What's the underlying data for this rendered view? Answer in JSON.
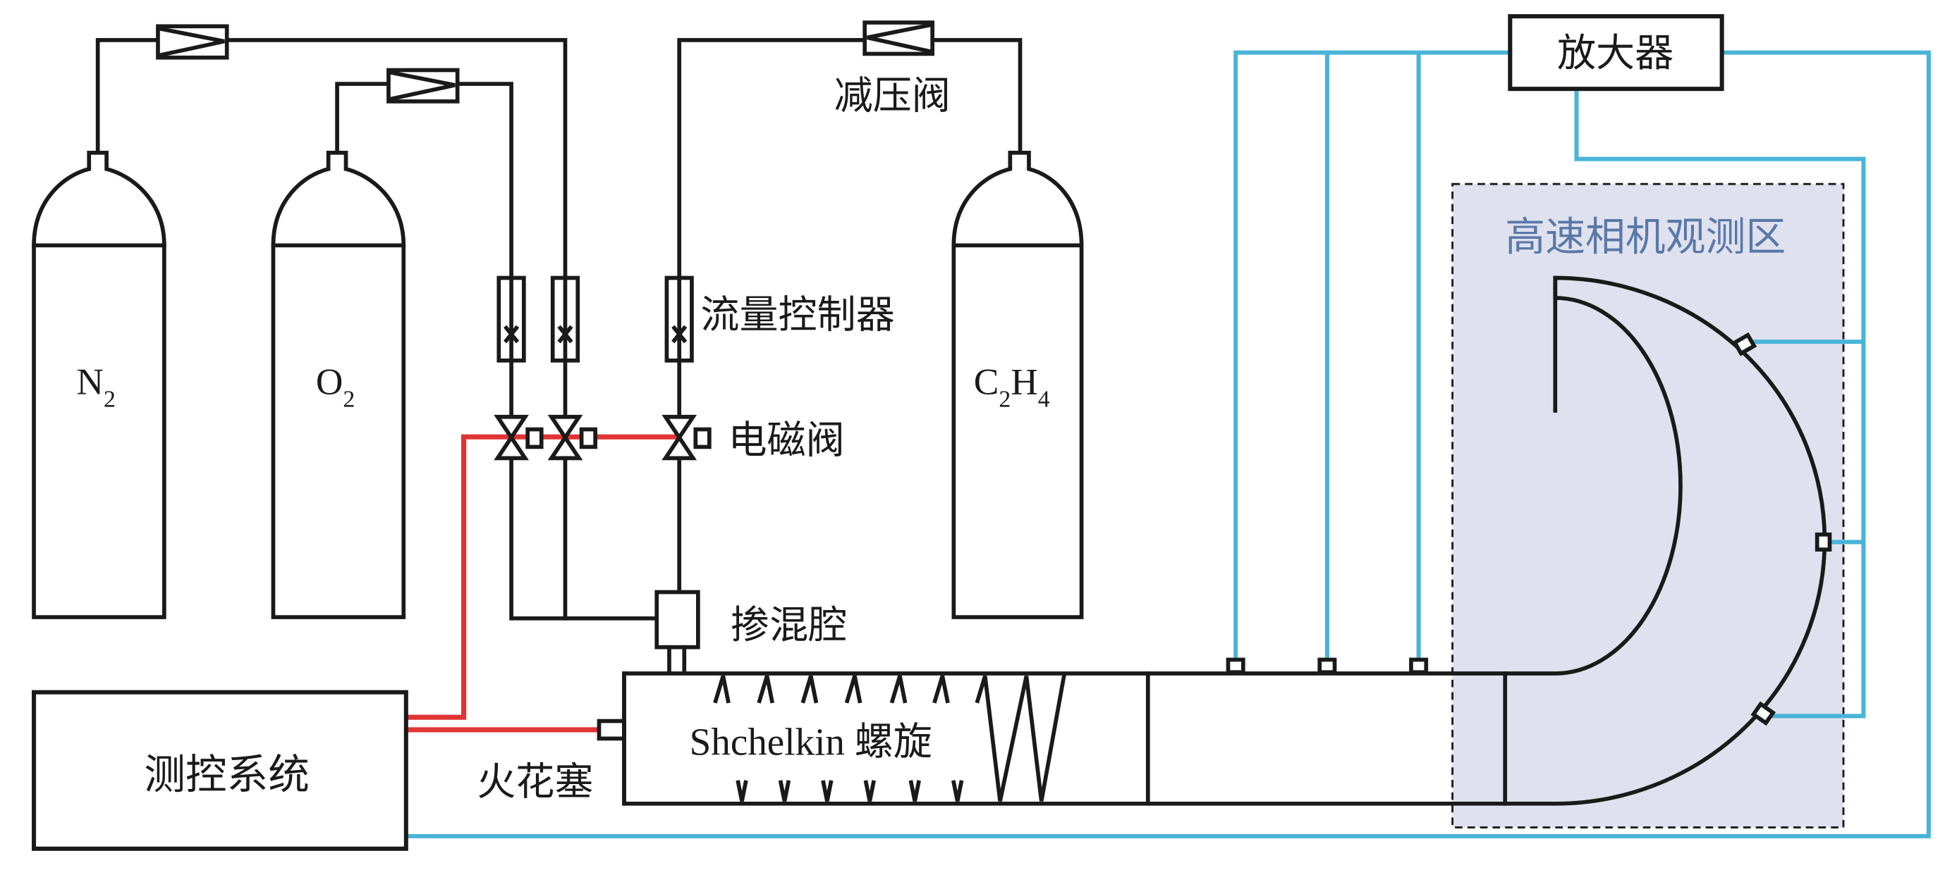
{
  "title": "Detonation experimental setup schematic",
  "colors": {
    "pipe": "#1a1a1a",
    "control_signal": "#e03434",
    "sensor_signal": "#49b4d8",
    "observation_zone_fill": "#dfe1ee",
    "observation_zone_text": "#5a78a8"
  },
  "cylinders": [
    {
      "id": "n2",
      "formula_main": "N",
      "formula_sub": "2"
    },
    {
      "id": "o2",
      "formula_main": "O",
      "formula_sub": "2"
    },
    {
      "id": "c2h4",
      "formula_parts": [
        "C",
        "2",
        "H",
        "4"
      ]
    }
  ],
  "labels": {
    "pressure_reducer": "减压阀",
    "flow_controller": "流量控制器",
    "solenoid_valve": "电磁阀",
    "mixing_chamber": "掺混腔",
    "control_system": "测控系统",
    "spark_plug": "火花塞",
    "shchelkin_spiral": "Shchelkin 螺旋",
    "amplifier": "放大器",
    "high_speed_camera_zone": "高速相机观测区"
  },
  "components": {
    "pressure_reducers": 3,
    "flow_controllers": 3,
    "solenoid_valves": 3,
    "pressure_sensors_straight": 3,
    "pressure_sensors_curved": 3
  }
}
